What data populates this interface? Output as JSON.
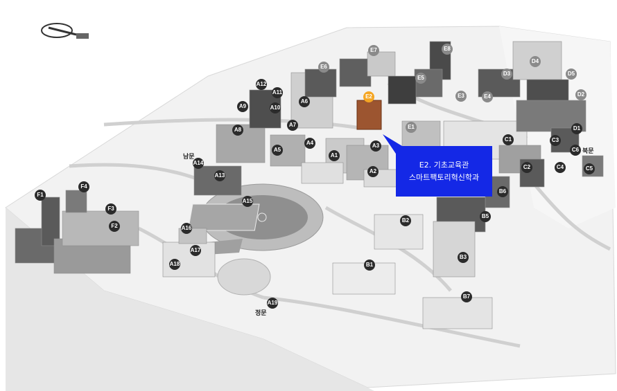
{
  "callout": {
    "line1": "E2. 기초교육관",
    "line2": "스마트팩토리혁신학과"
  },
  "gates": {
    "south": "남문",
    "north": "북문",
    "main": "정문"
  },
  "markers": {
    "A1": "A1",
    "A2": "A2",
    "A3": "A3",
    "A4": "A4",
    "A5": "A5",
    "A6": "A6",
    "A7": "A7",
    "A8": "A8",
    "A9": "A9",
    "A10": "A10",
    "A11": "A11",
    "A12": "A12",
    "A13": "A13",
    "A14": "A14",
    "A15": "A15",
    "A16": "A16",
    "A17": "A17",
    "A18": "A18",
    "A19": "A19",
    "B1": "B1",
    "B2": "B2",
    "B3": "B3",
    "B5": "B5",
    "B6": "B6",
    "B7": "B7",
    "C1": "C1",
    "C2": "C2",
    "C3": "C3",
    "C4": "C4",
    "C5": "C5",
    "C6": "C6",
    "D1": "D1",
    "D2": "D2",
    "D3": "D3",
    "D4": "D4",
    "D5": "D5",
    "E1": "E1",
    "E2": "E2",
    "E3": "E3",
    "E4": "E4",
    "E5": "E5",
    "E6": "E6",
    "E7": "E7",
    "E8": "E8",
    "F1": "F1",
    "F2": "F2",
    "F3": "F3",
    "F4": "F4"
  },
  "colors": {
    "highlight": "#f5a623",
    "callout": "#1428e6",
    "marker": "#2b2b2b"
  }
}
